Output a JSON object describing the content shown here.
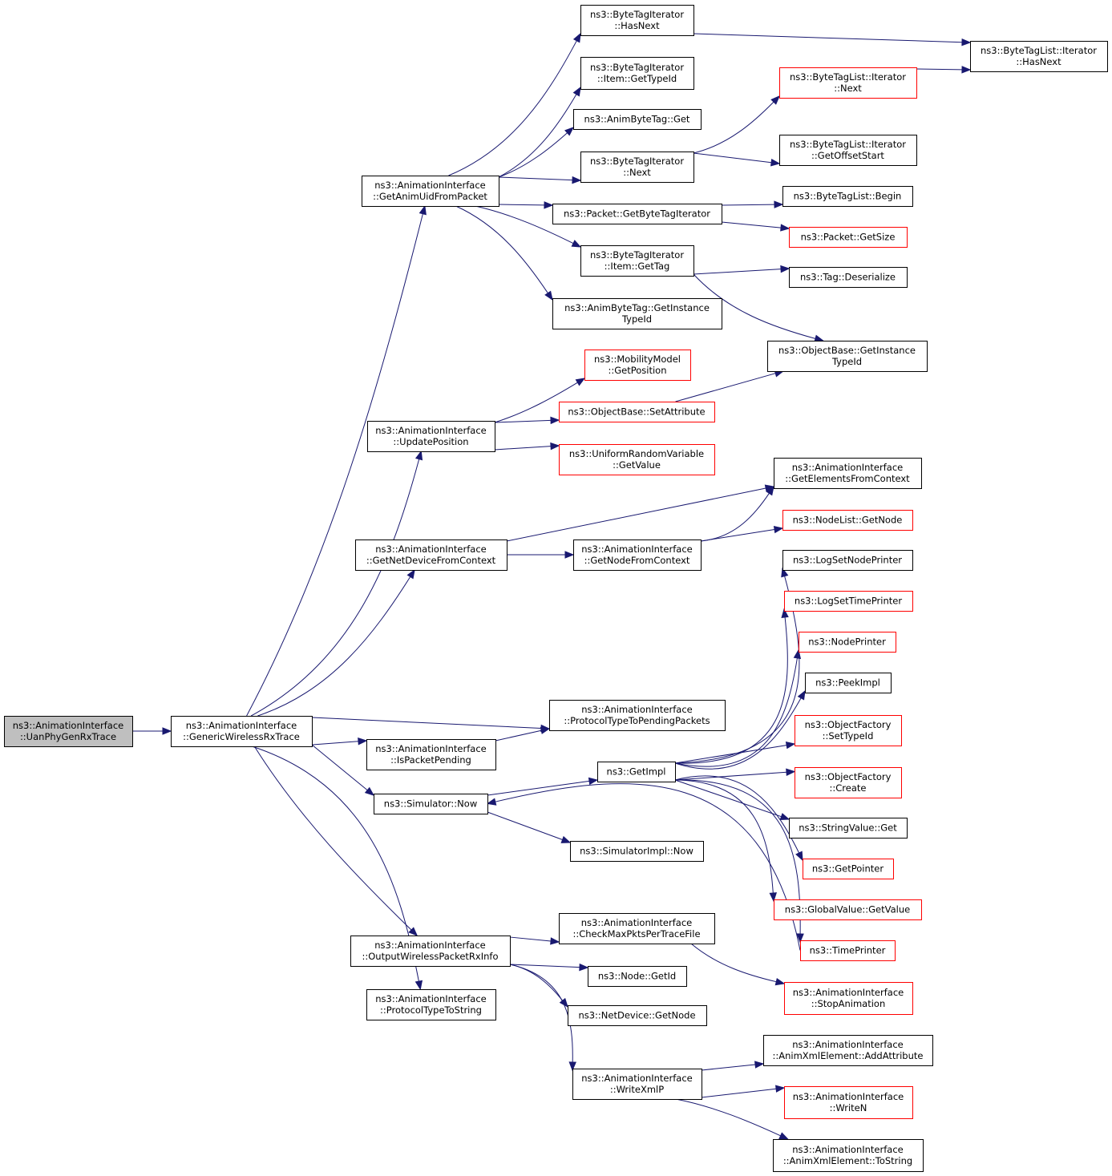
{
  "colors": {
    "edge": "#191970",
    "border_normal": "#000000",
    "border_incomplete": "#ff0000",
    "fill_focus": "#bfbfbf",
    "fill_normal": "#ffffff"
  },
  "nodes": [
    {
      "id": "uan",
      "lines": [
        "ns3::AnimationInterface",
        "::UanPhyGenRxTrace"
      ],
      "kind": "focus"
    },
    {
      "id": "gwrt",
      "lines": [
        "ns3::AnimationInterface",
        "::GenericWirelessRxTrace"
      ],
      "kind": "normal"
    },
    {
      "id": "gaufp",
      "lines": [
        "ns3::AnimationInterface",
        "::GetAnimUidFromPacket"
      ],
      "kind": "normal"
    },
    {
      "id": "btiHasNext",
      "lines": [
        "ns3::ByteTagIterator",
        "::HasNext"
      ],
      "kind": "normal"
    },
    {
      "id": "btlIterHasNext",
      "lines": [
        "ns3::ByteTagList::Iterator",
        "::HasNext"
      ],
      "kind": "normal"
    },
    {
      "id": "btiItemGetTypeId",
      "lines": [
        "ns3::ByteTagIterator",
        "::Item::GetTypeId"
      ],
      "kind": "normal"
    },
    {
      "id": "btlIterNext",
      "lines": [
        "ns3::ByteTagList::Iterator",
        "::Next"
      ],
      "kind": "incomplete"
    },
    {
      "id": "abtGet",
      "lines": [
        "ns3::AnimByteTag::Get"
      ],
      "kind": "normal"
    },
    {
      "id": "btiNext",
      "lines": [
        "ns3::ByteTagIterator",
        "::Next"
      ],
      "kind": "normal"
    },
    {
      "id": "btlIterGetOffsetStart",
      "lines": [
        "ns3::ByteTagList::Iterator",
        "::GetOffsetStart"
      ],
      "kind": "normal"
    },
    {
      "id": "pktGetBTI",
      "lines": [
        "ns3::Packet::GetByteTagIterator"
      ],
      "kind": "normal"
    },
    {
      "id": "btlBegin",
      "lines": [
        "ns3::ByteTagList::Begin"
      ],
      "kind": "normal"
    },
    {
      "id": "pktGetSize",
      "lines": [
        "ns3::Packet::GetSize"
      ],
      "kind": "incomplete"
    },
    {
      "id": "btiItemGetTag",
      "lines": [
        "ns3::ByteTagIterator",
        "::Item::GetTag"
      ],
      "kind": "normal"
    },
    {
      "id": "tagDeserialize",
      "lines": [
        "ns3::Tag::Deserialize"
      ],
      "kind": "normal"
    },
    {
      "id": "abtGetInstanceTypeId",
      "lines": [
        "ns3::AnimByteTag::GetInstance",
        "TypeId"
      ],
      "kind": "normal"
    },
    {
      "id": "obGetInstanceTypeId",
      "lines": [
        "ns3::ObjectBase::GetInstance",
        "TypeId"
      ],
      "kind": "normal"
    },
    {
      "id": "mmGetPosition",
      "lines": [
        "ns3::MobilityModel",
        "::GetPosition"
      ],
      "kind": "incomplete"
    },
    {
      "id": "updatePosition",
      "lines": [
        "ns3::AnimationInterface",
        "::UpdatePosition"
      ],
      "kind": "normal"
    },
    {
      "id": "obSetAttribute",
      "lines": [
        "ns3::ObjectBase::SetAttribute"
      ],
      "kind": "incomplete"
    },
    {
      "id": "urvGetValue",
      "lines": [
        "ns3::UniformRandomVariable",
        "::GetValue"
      ],
      "kind": "incomplete"
    },
    {
      "id": "getElementsFromContext",
      "lines": [
        "ns3::AnimationInterface",
        "::GetElementsFromContext"
      ],
      "kind": "normal"
    },
    {
      "id": "getNetDeviceFromContext",
      "lines": [
        "ns3::AnimationInterface",
        "::GetNetDeviceFromContext"
      ],
      "kind": "normal"
    },
    {
      "id": "getNodeFromContext",
      "lines": [
        "ns3::AnimationInterface",
        "::GetNodeFromContext"
      ],
      "kind": "normal"
    },
    {
      "id": "nodeListGetNode",
      "lines": [
        "ns3::NodeList::GetNode"
      ],
      "kind": "incomplete"
    },
    {
      "id": "logSetNodePrinter",
      "lines": [
        "ns3::LogSetNodePrinter"
      ],
      "kind": "normal"
    },
    {
      "id": "logSetTimePrinter",
      "lines": [
        "ns3::LogSetTimePrinter"
      ],
      "kind": "incomplete"
    },
    {
      "id": "nodePrinter",
      "lines": [
        "ns3::NodePrinter"
      ],
      "kind": "incomplete"
    },
    {
      "id": "peekImpl",
      "lines": [
        "ns3::PeekImpl"
      ],
      "kind": "normal"
    },
    {
      "id": "protoTypeToPending",
      "lines": [
        "ns3::AnimationInterface",
        "::ProtocolTypeToPendingPackets"
      ],
      "kind": "normal"
    },
    {
      "id": "ofSetTypeId",
      "lines": [
        "ns3::ObjectFactory",
        "::SetTypeId"
      ],
      "kind": "incomplete"
    },
    {
      "id": "isPacketPending",
      "lines": [
        "ns3::AnimationInterface",
        "::IsPacketPending"
      ],
      "kind": "normal"
    },
    {
      "id": "getImpl",
      "lines": [
        "ns3::GetImpl"
      ],
      "kind": "normal"
    },
    {
      "id": "ofCreate",
      "lines": [
        "ns3::ObjectFactory",
        "::Create"
      ],
      "kind": "incomplete"
    },
    {
      "id": "simNow",
      "lines": [
        "ns3::Simulator::Now"
      ],
      "kind": "normal"
    },
    {
      "id": "stringValueGet",
      "lines": [
        "ns3::StringValue::Get"
      ],
      "kind": "normal"
    },
    {
      "id": "simImplNow",
      "lines": [
        "ns3::SimulatorImpl::Now"
      ],
      "kind": "normal"
    },
    {
      "id": "getPointer",
      "lines": [
        "ns3::GetPointer"
      ],
      "kind": "incomplete"
    },
    {
      "id": "gvGetValue",
      "lines": [
        "ns3::GlobalValue::GetValue"
      ],
      "kind": "incomplete"
    },
    {
      "id": "checkMaxPkts",
      "lines": [
        "ns3::AnimationInterface",
        "::CheckMaxPktsPerTraceFile"
      ],
      "kind": "normal"
    },
    {
      "id": "outputWPRI",
      "lines": [
        "ns3::AnimationInterface",
        "::OutputWirelessPacketRxInfo"
      ],
      "kind": "normal"
    },
    {
      "id": "timePrinter",
      "lines": [
        "ns3::TimePrinter"
      ],
      "kind": "incomplete"
    },
    {
      "id": "nodeGetId",
      "lines": [
        "ns3::Node::GetId"
      ],
      "kind": "normal"
    },
    {
      "id": "stopAnimation",
      "lines": [
        "ns3::AnimationInterface",
        "::StopAnimation"
      ],
      "kind": "incomplete"
    },
    {
      "id": "protoTypeToString",
      "lines": [
        "ns3::AnimationInterface",
        "::ProtocolTypeToString"
      ],
      "kind": "normal"
    },
    {
      "id": "netDeviceGetNode",
      "lines": [
        "ns3::NetDevice::GetNode"
      ],
      "kind": "normal"
    },
    {
      "id": "axeAddAttribute",
      "lines": [
        "ns3::AnimationInterface",
        "::AnimXmlElement::AddAttribute"
      ],
      "kind": "normal"
    },
    {
      "id": "writeXmlP",
      "lines": [
        "ns3::AnimationInterface",
        "::WriteXmlP"
      ],
      "kind": "normal"
    },
    {
      "id": "writeN",
      "lines": [
        "ns3::AnimationInterface",
        "::WriteN"
      ],
      "kind": "incomplete"
    },
    {
      "id": "axeToString",
      "lines": [
        "ns3::AnimationInterface",
        "::AnimXmlElement::ToString"
      ],
      "kind": "normal"
    }
  ],
  "edges": [
    [
      "uan",
      "gwrt"
    ],
    [
      "gwrt",
      "gaufp"
    ],
    [
      "gwrt",
      "updatePosition"
    ],
    [
      "gwrt",
      "getNetDeviceFromContext"
    ],
    [
      "gwrt",
      "protoTypeToPending"
    ],
    [
      "gwrt",
      "isPacketPending"
    ],
    [
      "gwrt",
      "simNow"
    ],
    [
      "gwrt",
      "outputWPRI"
    ],
    [
      "gwrt",
      "protoTypeToString"
    ],
    [
      "gaufp",
      "btiHasNext"
    ],
    [
      "gaufp",
      "btiItemGetTypeId"
    ],
    [
      "gaufp",
      "abtGet"
    ],
    [
      "gaufp",
      "btiNext"
    ],
    [
      "gaufp",
      "pktGetBTI"
    ],
    [
      "gaufp",
      "btiItemGetTag"
    ],
    [
      "gaufp",
      "abtGetInstanceTypeId"
    ],
    [
      "btiHasNext",
      "btlIterHasNext"
    ],
    [
      "btlIterNext",
      "btlIterHasNext"
    ],
    [
      "btiNext",
      "btlIterNext"
    ],
    [
      "btiNext",
      "btlIterGetOffsetStart"
    ],
    [
      "pktGetBTI",
      "btlBegin"
    ],
    [
      "pktGetBTI",
      "pktGetSize"
    ],
    [
      "btiItemGetTag",
      "tagDeserialize"
    ],
    [
      "btiItemGetTag",
      "obGetInstanceTypeId"
    ],
    [
      "updatePosition",
      "mmGetPosition"
    ],
    [
      "updatePosition",
      "obSetAttribute"
    ],
    [
      "updatePosition",
      "urvGetValue"
    ],
    [
      "obSetAttribute",
      "obGetInstanceTypeId"
    ],
    [
      "getNetDeviceFromContext",
      "getElementsFromContext"
    ],
    [
      "getNetDeviceFromContext",
      "getNodeFromContext"
    ],
    [
      "getNodeFromContext",
      "getElementsFromContext"
    ],
    [
      "getNodeFromContext",
      "nodeListGetNode"
    ],
    [
      "isPacketPending",
      "protoTypeToPending"
    ],
    [
      "simNow",
      "getImpl"
    ],
    [
      "simNow",
      "simImplNow"
    ],
    [
      "getImpl",
      "logSetNodePrinter"
    ],
    [
      "getImpl",
      "logSetTimePrinter"
    ],
    [
      "getImpl",
      "nodePrinter"
    ],
    [
      "getImpl",
      "peekImpl"
    ],
    [
      "getImpl",
      "ofSetTypeId"
    ],
    [
      "getImpl",
      "ofCreate"
    ],
    [
      "getImpl",
      "stringValueGet"
    ],
    [
      "getImpl",
      "getPointer"
    ],
    [
      "getImpl",
      "gvGetValue"
    ],
    [
      "getImpl",
      "timePrinter"
    ],
    [
      "timePrinter",
      "simNow"
    ],
    [
      "outputWPRI",
      "checkMaxPkts"
    ],
    [
      "outputWPRI",
      "nodeGetId"
    ],
    [
      "outputWPRI",
      "netDeviceGetNode"
    ],
    [
      "outputWPRI",
      "writeXmlP"
    ],
    [
      "checkMaxPkts",
      "stopAnimation"
    ],
    [
      "writeXmlP",
      "axeAddAttribute"
    ],
    [
      "writeXmlP",
      "writeN"
    ],
    [
      "writeXmlP",
      "axeToString"
    ]
  ]
}
